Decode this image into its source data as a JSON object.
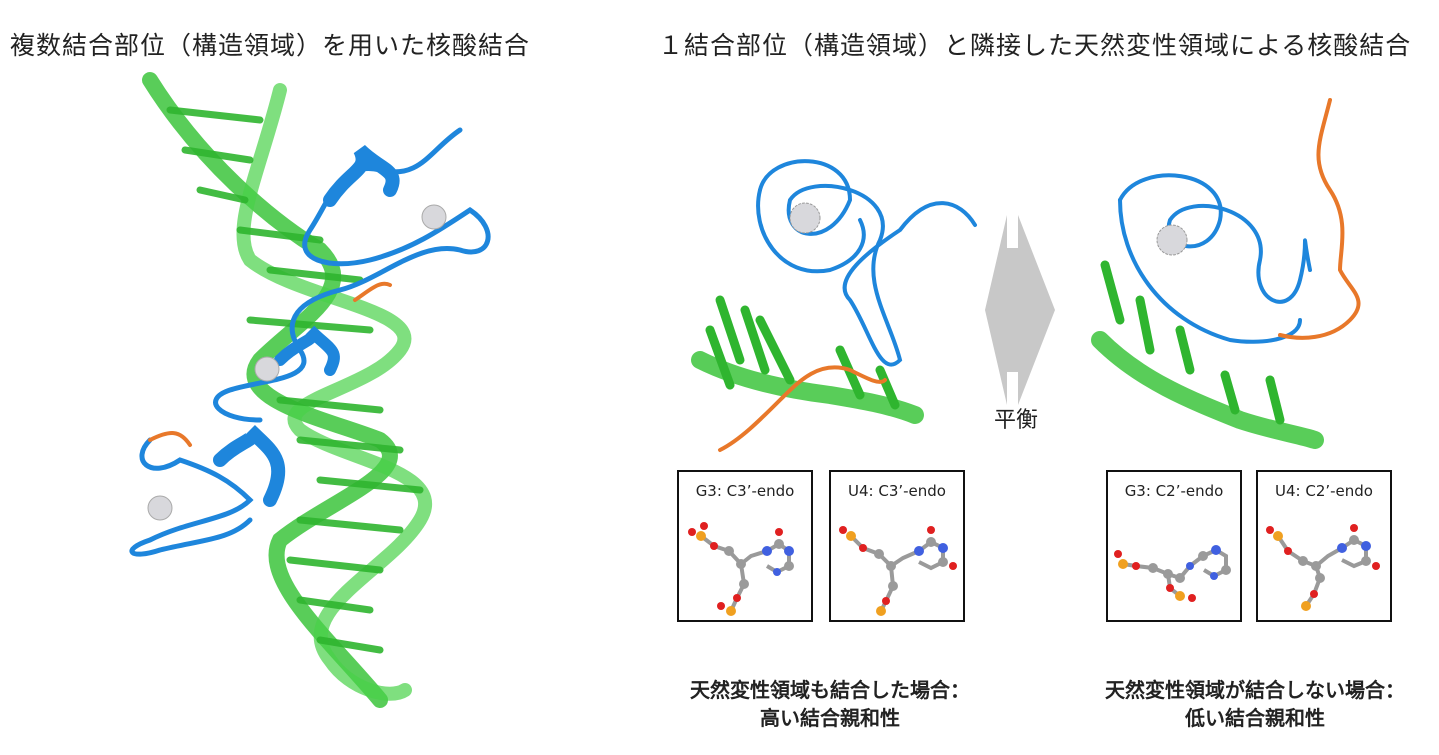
{
  "titles": {
    "left": "複数結合部位（構造領域）を用いた核酸結合",
    "right": "１結合部位（構造領域）と隣接した天然変性領域による核酸結合"
  },
  "equilibrium_label": "平衡",
  "conformation_boxes": [
    {
      "label": "G3: C3’-endo"
    },
    {
      "label": "U4: C3’-endo"
    },
    {
      "label": "G3: C2’-endo"
    },
    {
      "label": "U4: C2’-endo"
    }
  ],
  "captions": {
    "left": {
      "line1": "天然変性領域も結合した場合：",
      "line2": "高い結合親和性"
    },
    "right": {
      "line1": "天然変性領域が結合しない場合：",
      "line2": "低い結合親和性"
    }
  },
  "colors": {
    "rna_green": "#3cc43c",
    "protein_blue": "#1e86dc",
    "idr_orange": "#e8782a",
    "zinc_gray": "#d8d8dc",
    "arrow_gray": "#c8c8c8",
    "atom_carbon": "#9a9a9a",
    "atom_oxygen": "#e02020",
    "atom_phosphorus": "#f0a020",
    "atom_nitrogen": "#4060e0"
  }
}
